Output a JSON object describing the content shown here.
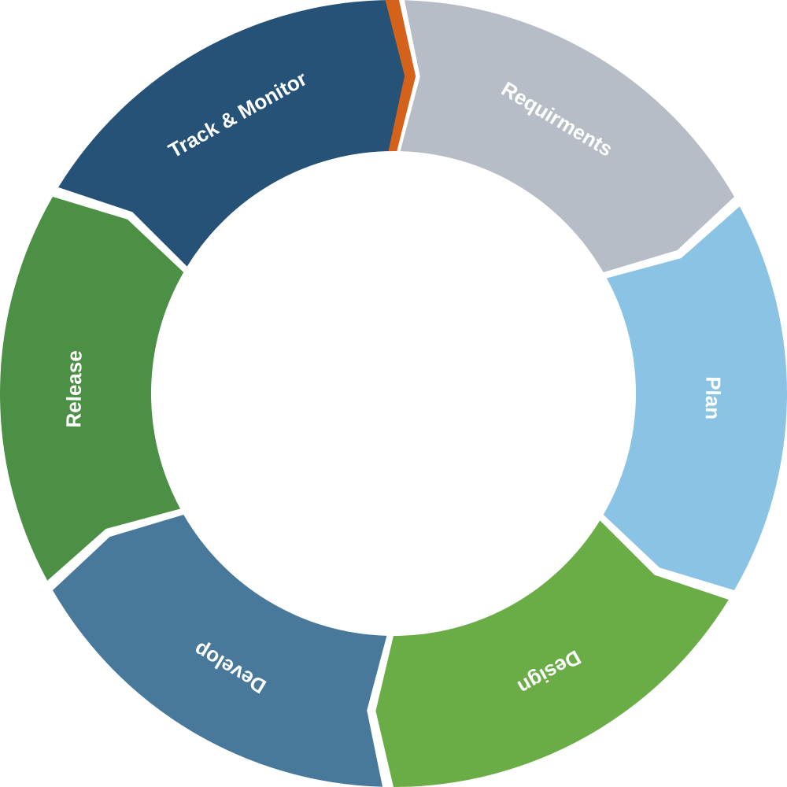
{
  "diagram": {
    "segments": [
      {
        "id": "requirements",
        "label": "Requirments",
        "color": "#b6bdc6"
      },
      {
        "id": "plan",
        "label": "Plan",
        "color": "#8bc3e4"
      },
      {
        "id": "design",
        "label": "Design",
        "color": "#6aac46"
      },
      {
        "id": "develop",
        "label": "Develop",
        "color": "#48799a"
      },
      {
        "id": "release",
        "label": "Release",
        "color": "#4b9044"
      },
      {
        "id": "track-monitor",
        "label": "Track & Monitor",
        "color": "#265277"
      }
    ],
    "start_marker": {
      "color": "#d4621a"
    }
  }
}
